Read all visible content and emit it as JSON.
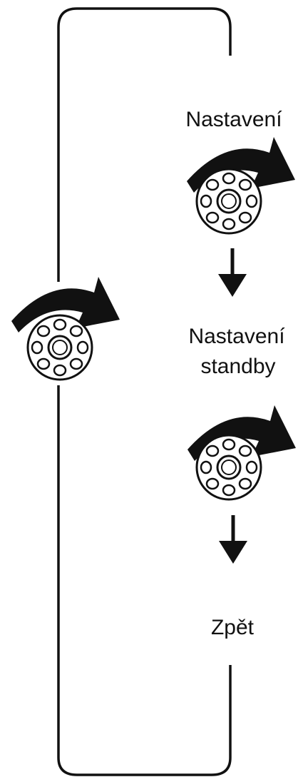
{
  "steps": {
    "settings": "Nastavení",
    "standby_line1": "Nastavení",
    "standby_line2": "standby",
    "back": "Zpět"
  },
  "icons": {
    "rotate_arrow": "clockwise-rotation-arrow-icon",
    "dial": "rotary-knob-icon",
    "down_arrow": "down-arrow-icon"
  },
  "colors": {
    "line": "#111111",
    "background": "#ffffff"
  }
}
